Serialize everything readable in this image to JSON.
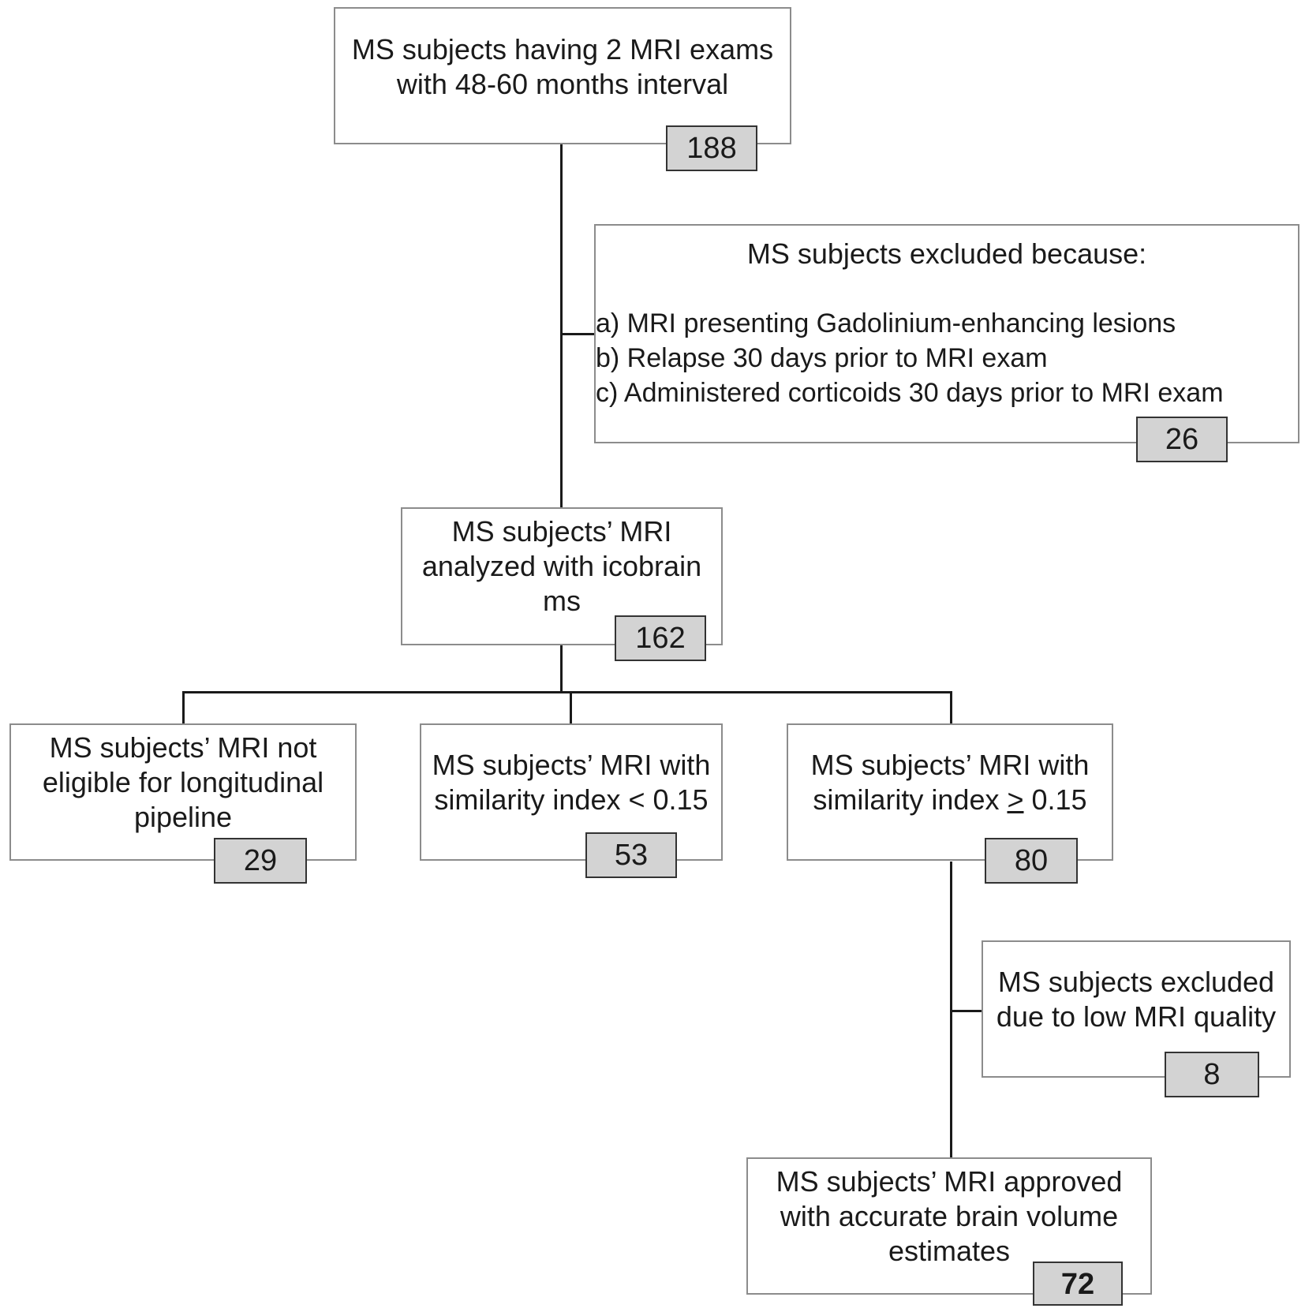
{
  "boxes": {
    "initial": {
      "lines": [
        "MS subjects having 2 MRI exams",
        "with 48-60 months interval"
      ],
      "count": "188"
    },
    "excluded_first": {
      "title": "MS subjects excluded because:",
      "reasons": [
        "a) MRI presenting Gadolinium-enhancing lesions",
        "b) Relapse 30 days prior to MRI exam",
        "c) Administered corticoids 30 days prior to MRI exam"
      ],
      "count": "26"
    },
    "analyzed": {
      "lines": [
        "MS subjects’ MRI",
        "analyzed with icobrain",
        "ms"
      ],
      "count": "162"
    },
    "not_eligible": {
      "lines": [
        "MS subjects’ MRI not",
        "eligible for longitudinal",
        "pipeline"
      ],
      "count": "29"
    },
    "low_similarity": {
      "lines": [
        "MS subjects’ MRI with",
        "similarity index < 0.15"
      ],
      "count": "53"
    },
    "high_similarity": {
      "line1": "MS subjects’ MRI with",
      "line2_prefix": "similarity index ",
      "line2_symbol": ">",
      "line2_suffix": " 0.15",
      "count": "80"
    },
    "low_quality": {
      "lines": [
        "MS subjects excluded",
        "due to low MRI quality"
      ],
      "count": "8"
    },
    "approved": {
      "lines": [
        "MS subjects’ MRI approved",
        "with accurate brain volume",
        "estimates"
      ],
      "count": "72"
    }
  }
}
